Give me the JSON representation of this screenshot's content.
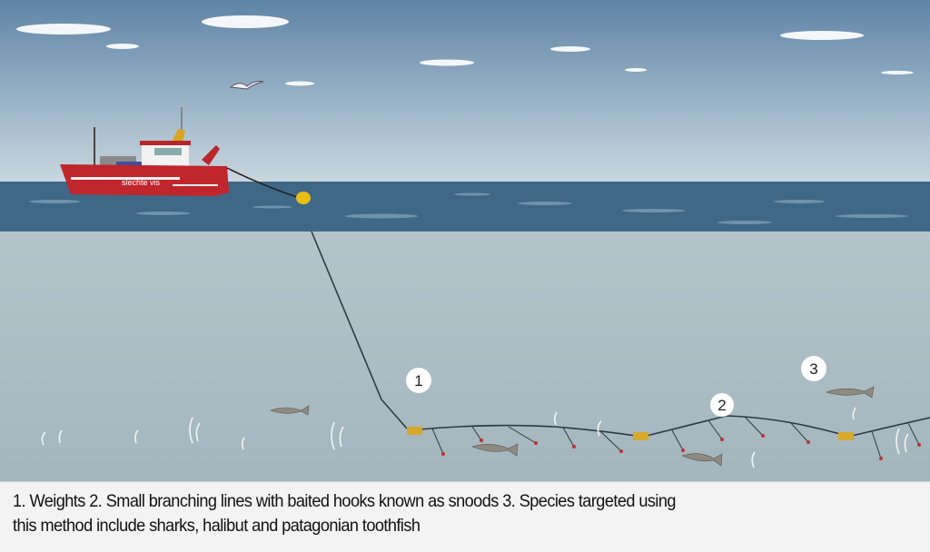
{
  "illustration": {
    "boat_name": "slechte vis",
    "labels": [
      "1",
      "2",
      "3"
    ],
    "colors": {
      "sky": "#6b8fae",
      "sea_surface": "#3f6886",
      "underwater": "#a8bbc3",
      "hull": "#c0262c",
      "buoy": "#e8bf16",
      "weights": "#d8a82a",
      "hooks": "#c03030"
    }
  },
  "caption": {
    "line1": "1. Weights 2. Small branching lines with baited hooks known as snoods 3. Species targeted using",
    "line2": "this method include sharks, halibut and patagonian toothfish"
  }
}
